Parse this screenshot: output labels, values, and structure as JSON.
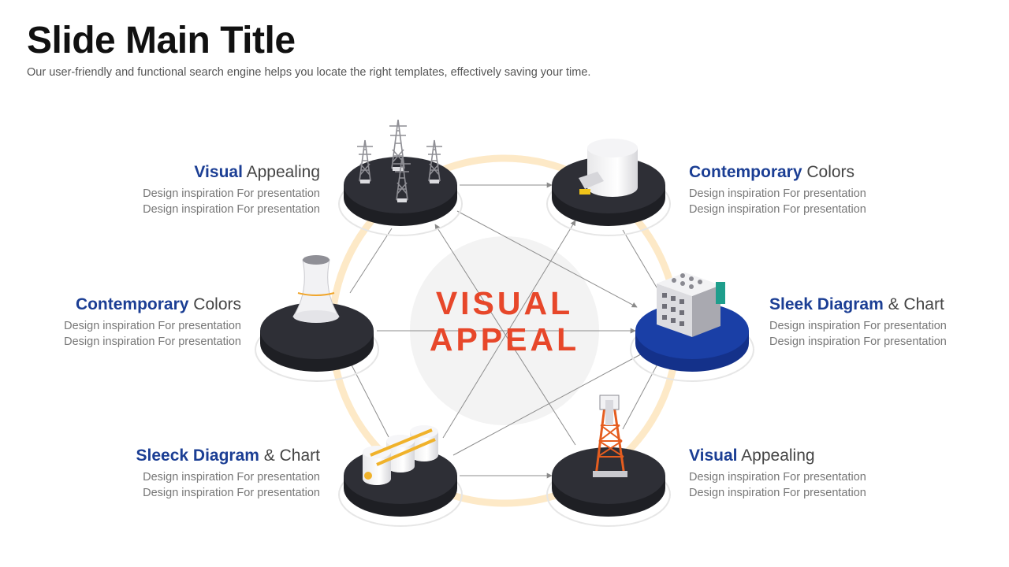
{
  "slide": {
    "title": "Slide Main Title",
    "subtitle": "Our user-friendly and functional search engine helps you locate the right templates, effectively saving your time."
  },
  "center": {
    "line1": "VISUAL",
    "line2": "APPEAL"
  },
  "colors": {
    "accent": "#e7472a",
    "highlight": "#1b3e94",
    "platform_dark": "#2e2f36",
    "platform_active": "#1a3fa6",
    "ring": "#fde9c7"
  },
  "nodes": [
    {
      "icon": "power-tower-icon",
      "head_highlight": "Visual",
      "head_rest": " Appealing",
      "desc1": "Design inspiration For presentation",
      "desc2": "Design inspiration For presentation"
    },
    {
      "icon": "storage-tank-building-icon",
      "head_highlight": "Contemporary",
      "head_rest": " Colors",
      "desc1": "Design inspiration For presentation",
      "desc2": "Design inspiration For presentation"
    },
    {
      "icon": "office-building-icon",
      "head_highlight": "Sleek Diagram",
      "head_rest": " & Chart",
      "desc1": "Design inspiration For presentation",
      "desc2": "Design inspiration For presentation",
      "active": true
    },
    {
      "icon": "oil-derrick-icon",
      "head_highlight": "Visual",
      "head_rest": " Appealing",
      "desc1": "Design inspiration For presentation",
      "desc2": "Design inspiration For presentation"
    },
    {
      "icon": "oil-tanks-icon",
      "head_highlight": "Sleeck Diagram",
      "head_rest": " & Chart",
      "desc1": "Design inspiration For presentation",
      "desc2": "Design inspiration For presentation"
    },
    {
      "icon": "cooling-tower-icon",
      "head_highlight": "Contemporary",
      "head_rest": " Colors",
      "desc1": "Design inspiration For presentation",
      "desc2": "Design inspiration For presentation"
    }
  ]
}
